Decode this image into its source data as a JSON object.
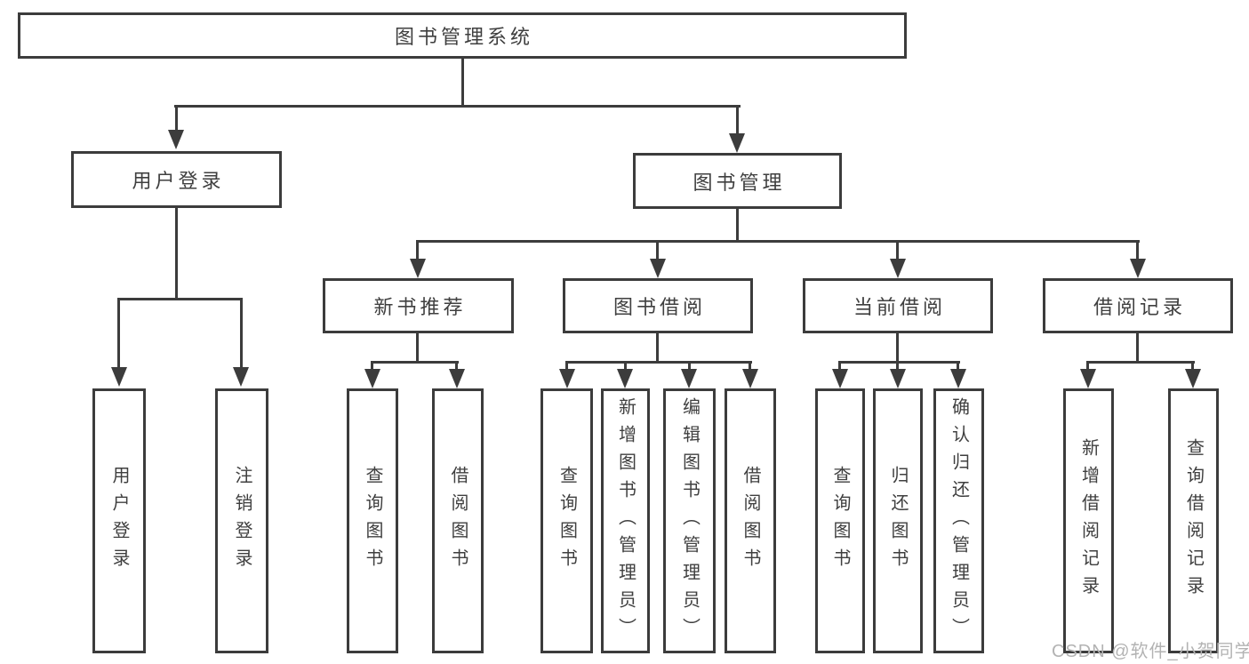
{
  "diagram": {
    "root": {
      "label": "图书管理系统"
    },
    "level2": [
      {
        "label": "用户登录"
      },
      {
        "label": "图书管理"
      }
    ],
    "level3": [
      {
        "label": "新书推荐"
      },
      {
        "label": "图书借阅"
      },
      {
        "label": "当前借阅"
      },
      {
        "label": "借阅记录"
      }
    ],
    "leaves": [
      {
        "label": "用户登录"
      },
      {
        "label": "注销登录"
      },
      {
        "label": "查询图书"
      },
      {
        "label": "借阅图书"
      },
      {
        "label": "查询图书"
      },
      {
        "label": "新增图书（管理员）"
      },
      {
        "label": "编辑图书（管理员）"
      },
      {
        "label": "借阅图书"
      },
      {
        "label": "查询图书"
      },
      {
        "label": "归还图书"
      },
      {
        "label": "确认归还（管理员）"
      },
      {
        "label": "新增借阅记录"
      },
      {
        "label": "查询借阅记录"
      }
    ]
  },
  "watermark": {
    "text": "CSDN @软件_小贺同学"
  },
  "colors": {
    "line": "#3c3c3c",
    "text": "#3f3f3f",
    "watermark": "#b3b3b3",
    "background": "#ffffff"
  }
}
